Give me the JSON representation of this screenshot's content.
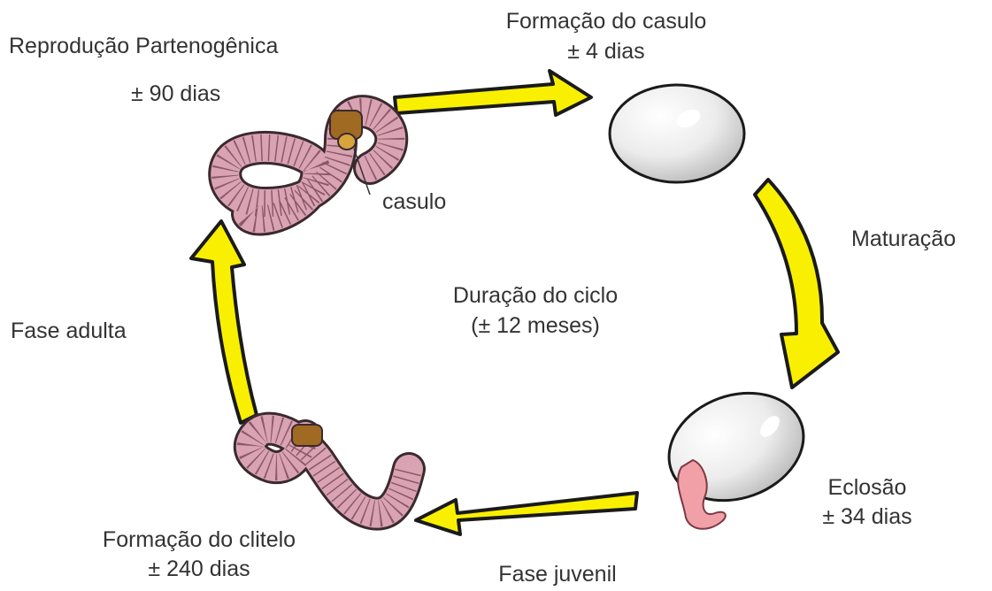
{
  "diagram": {
    "stages": {
      "reproduction": {
        "title": "Reprodução Partenogênica",
        "duration": "± 90 dias"
      },
      "cocoon_formation": {
        "title": "Formação do casulo",
        "duration": "± 4 dias"
      },
      "maturation": {
        "title": "Maturação"
      },
      "hatching": {
        "title": "Eclosão",
        "duration": "± 34 dias"
      },
      "juvenile": {
        "title": "Fase juvenil"
      },
      "clitellum_formation": {
        "title": "Formação do clitelo",
        "duration": "± 240 dias"
      },
      "adult": {
        "title": "Fase adulta"
      }
    },
    "cocoon_callout": "casulo",
    "cycle": {
      "title": "Duração do ciclo",
      "duration": "(± 12 meses)"
    },
    "colors": {
      "arrow_fill": "#f8f000",
      "arrow_stroke": "#1a1a1a",
      "worm_body": "#d9a3b3",
      "worm_outline": "#3a2a30",
      "clitellum": "#a06a22",
      "egg": "#ececec",
      "hatchling": "#f2a0a8"
    }
  }
}
